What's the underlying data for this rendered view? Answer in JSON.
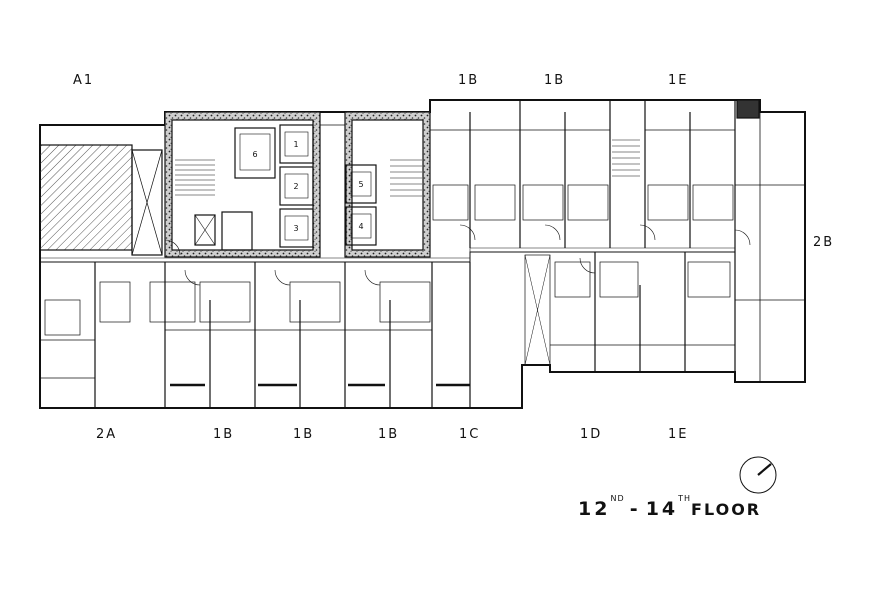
{
  "units_top": [
    {
      "id": "u-a1",
      "label": "A1"
    },
    {
      "id": "u-1b-top-1",
      "label": "1B"
    },
    {
      "id": "u-1b-top-2",
      "label": "1B"
    },
    {
      "id": "u-1e-top",
      "label": "1E"
    }
  ],
  "units_right": [
    {
      "id": "u-2b",
      "label": "2B"
    }
  ],
  "units_bottom": [
    {
      "id": "u-2a",
      "label": "2A"
    },
    {
      "id": "u-1b-bot-1",
      "label": "1B"
    },
    {
      "id": "u-1b-bot-2",
      "label": "1B"
    },
    {
      "id": "u-1b-bot-3",
      "label": "1B"
    },
    {
      "id": "u-1c",
      "label": "1C"
    },
    {
      "id": "u-1d",
      "label": "1D"
    },
    {
      "id": "u-1e-bot",
      "label": "1E"
    }
  ],
  "lifts": [
    "1",
    "2",
    "3",
    "4",
    "5",
    "6"
  ],
  "floor_title": {
    "start": "12",
    "start_suffix": "ND",
    "separator": "-",
    "end": "14",
    "end_suffix": "TH",
    "word": "FLOOR"
  },
  "colors": {
    "line": "#111111",
    "hatch": "#555555",
    "background": "#ffffff"
  }
}
